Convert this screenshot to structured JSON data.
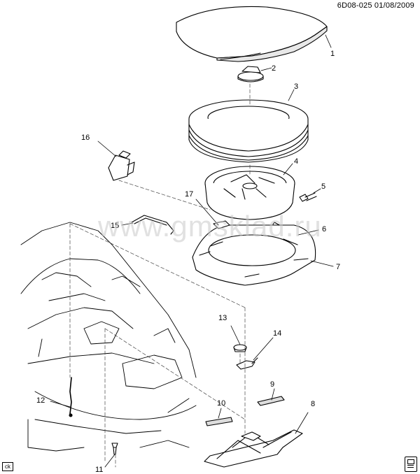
{
  "header": {
    "code": "6D08-025  01/08/2009"
  },
  "watermark": {
    "text": "www.gmsklad.ru"
  },
  "footer": {
    "left_tag": "ck"
  },
  "callouts": [
    "1",
    "2",
    "3",
    "4",
    "5",
    "6",
    "7",
    "8",
    "9",
    "10",
    "11",
    "12",
    "13",
    "14",
    "15",
    "16",
    "17"
  ],
  "colors": {
    "line": "#000000",
    "watermark": "#c9c9c9",
    "leader": "#444444"
  }
}
